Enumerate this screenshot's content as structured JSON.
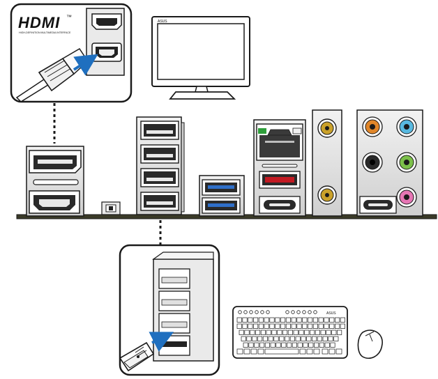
{
  "hdmi_logo": {
    "wordmark": "HDMI",
    "trademark": "™",
    "tagline": "HIGH-DEFINITION MULTIMEDIA INTERFACE"
  },
  "monitor": {
    "brand": "ASUS"
  },
  "keyboard": {
    "brand": "ASUS"
  },
  "colors": {
    "outline": "#1a1a1a",
    "panel_fill": "#e6e6e6",
    "panel_fill_dark": "#d6d6d6",
    "board_edge": "#3a3a28",
    "usb3_blue": "#2f6fc9",
    "lan_red": "#c21a22",
    "lan_led_green": "#2e9e3a",
    "coax_gold": "#caa12a",
    "audio_orange": "#e0862a",
    "audio_blue": "#58b9e0",
    "audio_black": "#2a2a2a",
    "audio_green": "#7cc04a",
    "audio_pink": "#e676b4",
    "arrow_blue": "#1f6fbf"
  },
  "icons": {
    "hdmi_plug": "hdmi-plug-icon",
    "usb_plug": "usb-plug-icon",
    "monitor": "monitor-icon",
    "keyboard": "keyboard-icon",
    "mouse": "mouse-icon"
  }
}
